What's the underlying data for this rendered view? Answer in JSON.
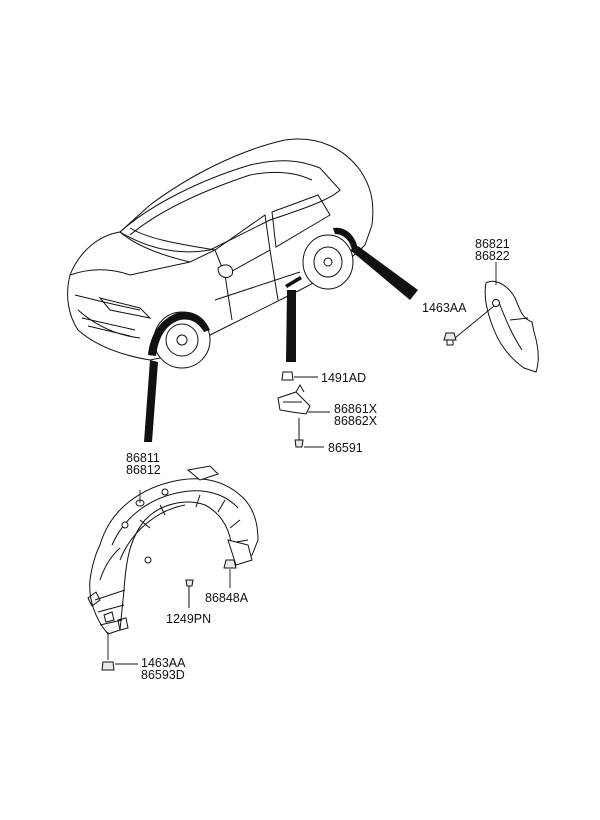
{
  "parts": {
    "rear_guard": {
      "top": "86821",
      "bottom": "86822"
    },
    "rear_fastener": "1463AA",
    "side_clip_top": "1491AD",
    "side_bracket": {
      "top": "86861X",
      "bottom": "86862X"
    },
    "side_screw": "86591",
    "front_guard": {
      "top": "86811",
      "bottom": "86812"
    },
    "front_nut": "86848A",
    "front_screw": "1249PN",
    "front_fastener": {
      "top": "1463AA",
      "bottom": "86593D"
    }
  }
}
